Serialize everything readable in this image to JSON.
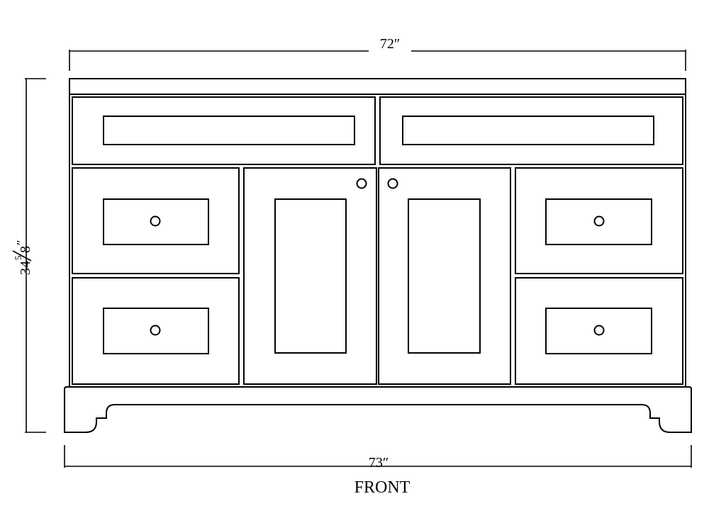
{
  "drawing": {
    "view_label": "FRONT",
    "dimensions": {
      "top_width": "72″",
      "base_width": "73″",
      "height": {
        "whole": "34",
        "numerator": "5",
        "denominator": "8",
        "unit": "″"
      }
    },
    "line_color": "#000000",
    "background": "#ffffff"
  }
}
